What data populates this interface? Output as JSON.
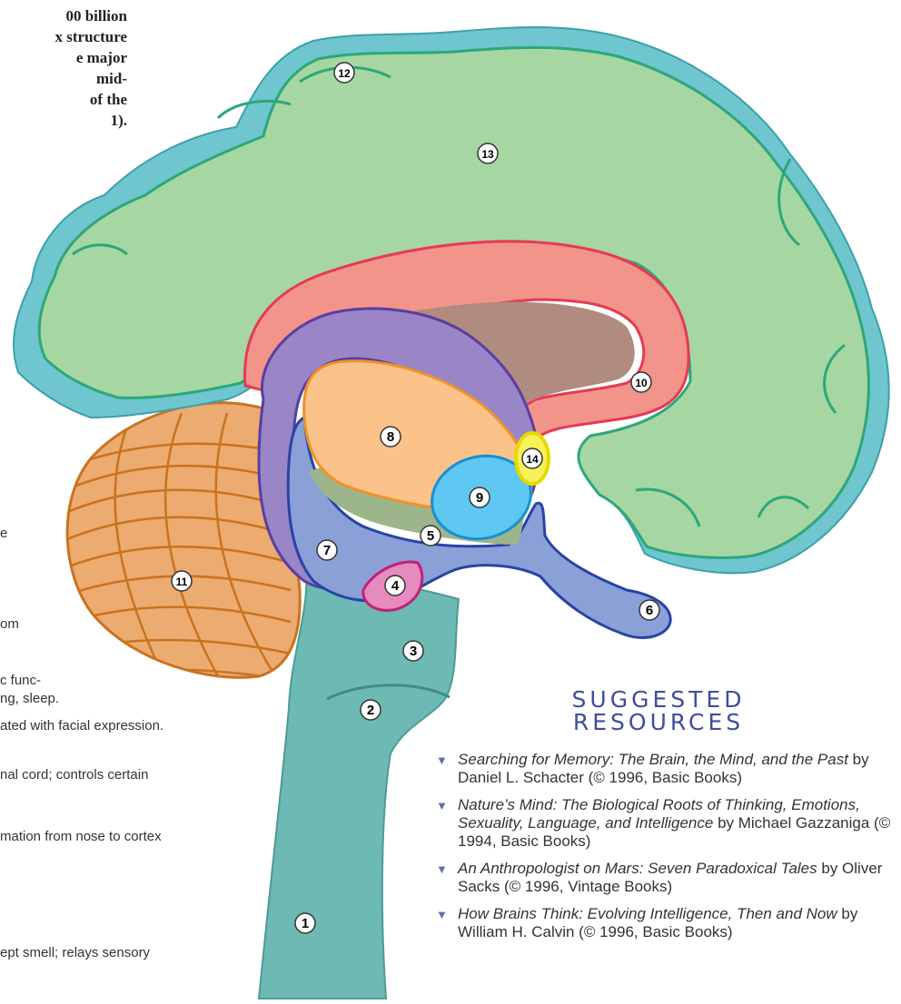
{
  "intro_fragment": [
    "00 billion",
    "x structure",
    "e major",
    "mid-",
    "of the",
    "1)."
  ],
  "left_fragments": [
    "e",
    "om",
    "c func-",
    "ng, sleep.",
    "ated with facial expression.",
    "nal cord; controls certain",
    "mation from nose to cortex",
    "ept smell; relays sensory"
  ],
  "diagram": {
    "labels": [
      "1",
      "2",
      "3",
      "4",
      "5",
      "6",
      "7",
      "8",
      "9",
      "10",
      "11",
      "12",
      "13",
      "14"
    ]
  },
  "resources": {
    "heading_line1": "SUGGESTED",
    "heading_line2": "RESOURCES",
    "bullet_icon": "triangle-down",
    "items": [
      {
        "title": "Searching for Memory: The Brain, the Mind, and the Past",
        "rest": " by Daniel L. Schacter (© 1996, Basic Books)"
      },
      {
        "title": "Nature’s Mind: The Biological Roots of Thinking, Emotions, Sexuality, Language, and Intelligence",
        "rest": " by Michael Gazzaniga (© 1994, Basic Books)"
      },
      {
        "title": "An Anthropologist on Mars: Seven Paradoxical Tales",
        "rest": " by Oliver Sacks (© 1996, Vintage Books)"
      },
      {
        "title": "How Brains Think: Evolving Intelligence, Then and Now",
        "rest": " by William H. Calvin (© 1996, Basic Books)"
      }
    ]
  },
  "colors": {
    "cortex_outer": "#6fc6cf",
    "cortex_inner": "#a6d6a2",
    "corpus_callosum": "#f29489",
    "fornix_region": "#b08b7f",
    "limbic_purple": "#9a85c7",
    "thalamus": "#fbc28a",
    "hypothalamus": "#9db58a",
    "pituitary_region": "#8aa0d6",
    "pineal_pink": "#e58bbd",
    "optic_blue": "#5ec8f2",
    "brainstem": "#6cbab3",
    "cerebellum": "#ecab71",
    "cerebellum_line": "#c9731f",
    "yellow_marker": "#f7f25a",
    "heading_blue": "#3f4e9c"
  }
}
